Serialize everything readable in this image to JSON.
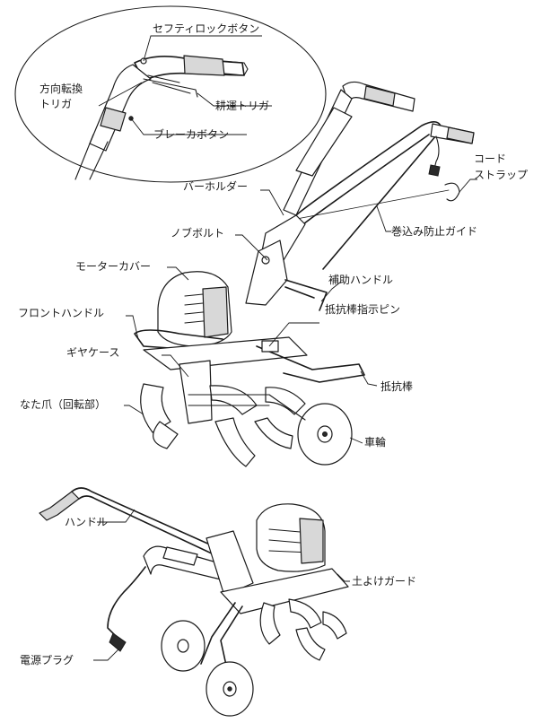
{
  "labels": {
    "safety_lock_button": "セフティロックボタン",
    "direction_trigger_1": "方向転換",
    "direction_trigger_2": "トリガ",
    "cultivation_trigger": "耕運トリガ",
    "brake_button": "ブレーカボタン",
    "cord_strap_1": "コード",
    "cord_strap_2": "ストラップ",
    "bar_holder": "バーホルダー",
    "anti_wrap_guide": "巻込み防止ガイド",
    "knob_bolt": "ノブボルト",
    "motor_cover": "モーターカバー",
    "aux_handle": "補助ハンドル",
    "front_handle": "フロントハンドル",
    "resistance_bar_pin": "抵抗棒指示ピン",
    "gear_case": "ギヤケース",
    "resistance_bar": "抵抗棒",
    "tines": "なた爪（回転部）",
    "wheel": "車輪",
    "handle": "ハンドル",
    "soil_guard": "土よけガード",
    "power_plug": "電源プラグ"
  }
}
